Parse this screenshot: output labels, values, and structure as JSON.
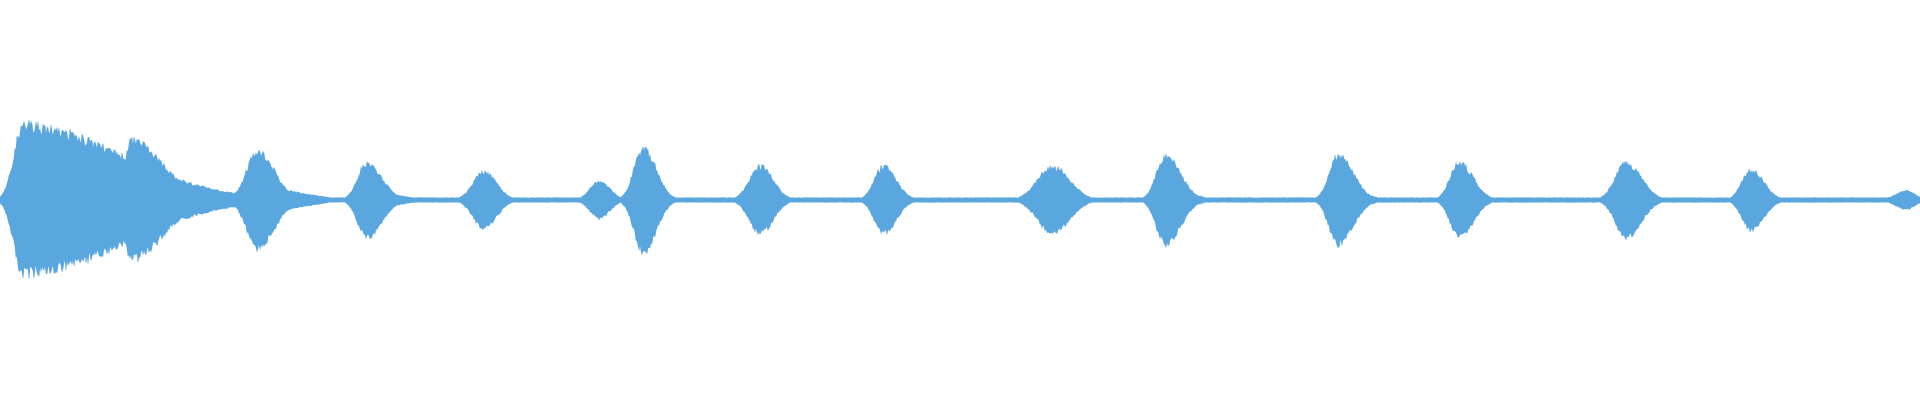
{
  "waveform": {
    "color": "#5aa7e0",
    "background": "#ffffff",
    "baseline_amplitude": 0.012,
    "noise_fraction": 0.18,
    "events": [
      {
        "time": 0.012,
        "peak": 0.4,
        "attack": 0.01,
        "decay": 0.09,
        "tail": 0.12
      },
      {
        "time": 0.068,
        "peak": 0.32,
        "attack": 0.006,
        "decay": 0.03,
        "tail": 0.06
      },
      {
        "time": 0.134,
        "peak": 0.26,
        "attack": 0.012,
        "decay": 0.016,
        "tail": 0.045
      },
      {
        "time": 0.191,
        "peak": 0.2,
        "attack": 0.01,
        "decay": 0.014,
        "tail": 0.03
      },
      {
        "time": 0.252,
        "peak": 0.15,
        "attack": 0.012,
        "decay": 0.012,
        "tail": 0.02
      },
      {
        "time": 0.312,
        "peak": 0.1,
        "attack": 0.01,
        "decay": 0.01,
        "tail": 0.0
      },
      {
        "time": 0.335,
        "peak": 0.28,
        "attack": 0.01,
        "decay": 0.012,
        "tail": 0.0
      },
      {
        "time": 0.396,
        "peak": 0.18,
        "attack": 0.012,
        "decay": 0.012,
        "tail": 0.0
      },
      {
        "time": 0.46,
        "peak": 0.18,
        "attack": 0.01,
        "decay": 0.012,
        "tail": 0.0
      },
      {
        "time": 0.548,
        "peak": 0.18,
        "attack": 0.016,
        "decay": 0.016,
        "tail": 0.0
      },
      {
        "time": 0.607,
        "peak": 0.24,
        "attack": 0.01,
        "decay": 0.014,
        "tail": 0.025
      },
      {
        "time": 0.697,
        "peak": 0.24,
        "attack": 0.01,
        "decay": 0.014,
        "tail": 0.025
      },
      {
        "time": 0.76,
        "peak": 0.2,
        "attack": 0.01,
        "decay": 0.013,
        "tail": 0.02
      },
      {
        "time": 0.847,
        "peak": 0.2,
        "attack": 0.012,
        "decay": 0.014,
        "tail": 0.0
      },
      {
        "time": 0.912,
        "peak": 0.16,
        "attack": 0.01,
        "decay": 0.012,
        "tail": 0.0
      },
      {
        "time": 0.993,
        "peak": 0.05,
        "attack": 0.012,
        "decay": 0.008,
        "tail": 0.0
      }
    ]
  }
}
